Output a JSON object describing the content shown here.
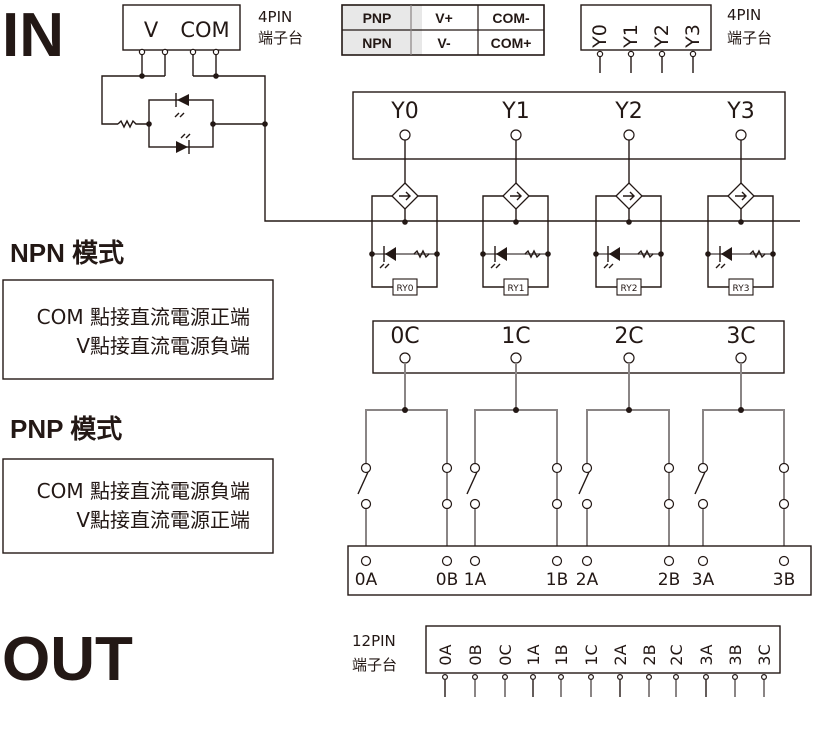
{
  "headings": {
    "in": "IN",
    "out": "OUT",
    "npn_mode": "NPN 模式",
    "pnp_mode": "PNP 模式"
  },
  "npn_box": {
    "line1": "COM 點接直流電源正端",
    "line2": "V點接直流電源負端"
  },
  "pnp_box": {
    "line1": "COM 點接直流電源負端",
    "line2": "V點接直流電源正端"
  },
  "input_terminal": {
    "labels": [
      "V",
      "COM"
    ],
    "pin_count": "4PIN",
    "type": "端子台"
  },
  "polarity_table": {
    "rows": [
      [
        "PNP",
        "V+",
        "COM-"
      ],
      [
        "NPN",
        "V-",
        "COM+"
      ]
    ]
  },
  "y_terminal": {
    "labels": [
      "Y0",
      "Y1",
      "Y2",
      "Y3"
    ],
    "pin_count": "4PIN",
    "type": "端子台"
  },
  "y_block": {
    "labels": [
      "Y0",
      "Y1",
      "Y2",
      "Y3"
    ]
  },
  "relays": [
    "RY0",
    "RY1",
    "RY2",
    "RY3"
  ],
  "common_block": {
    "labels": [
      "0C",
      "1C",
      "2C",
      "3C"
    ]
  },
  "contact_block": {
    "labels": [
      "0A",
      "0B",
      "1A",
      "1B",
      "2A",
      "2B",
      "3A",
      "3B"
    ]
  },
  "output_terminal": {
    "pin_count": "12PIN",
    "type": "端子台",
    "labels": [
      "0A",
      "0B",
      "0C",
      "1A",
      "1B",
      "1C",
      "2A",
      "2B",
      "2C",
      "3A",
      "3B",
      "3C"
    ]
  },
  "colors": {
    "ink": "#231815",
    "wire_gray": "#8a8585",
    "table_header_bg": "#e8e8e8"
  }
}
